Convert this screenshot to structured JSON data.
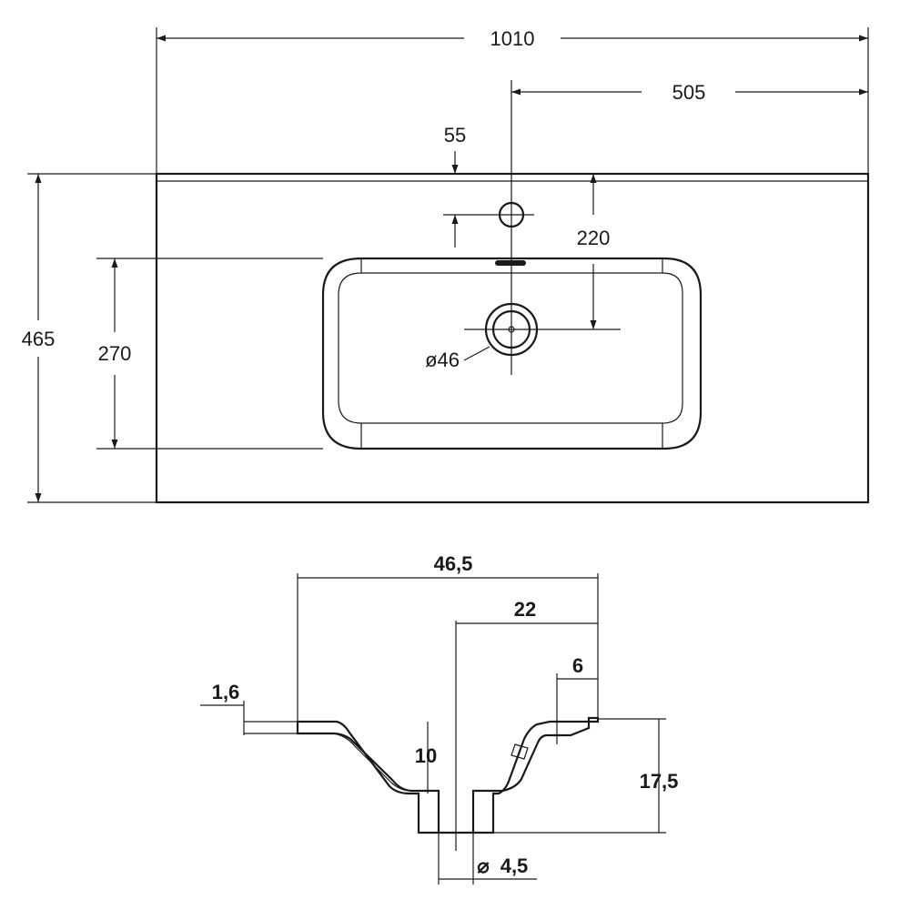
{
  "top_view": {
    "width_overall": "1010",
    "half_width": "505",
    "tap_hole_offset": "55",
    "tap_to_drain": "220",
    "depth_overall": "465",
    "bowl_depth": "270",
    "drain_diameter": "ø46"
  },
  "section_view": {
    "width": "46,5",
    "half": "22",
    "rim": "6",
    "thickness": "1,6",
    "inner_depth": "10",
    "total_height": "17,5",
    "outlet_diameter": "4,5",
    "diameter_symbol": "⌀"
  }
}
